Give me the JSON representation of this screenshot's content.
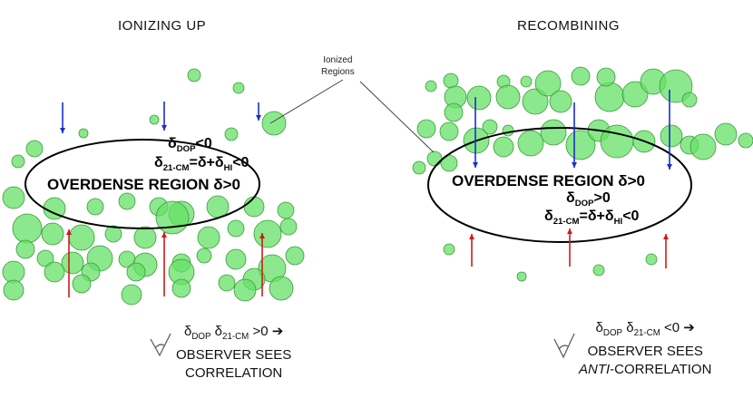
{
  "left_panel": {
    "title": "IONIZING UP",
    "region_label": "OVERDENSE REGION δ>0",
    "eq_dop": {
      "symbol": "δ",
      "sub": "DOP",
      "rel": "<0"
    },
    "eq_21cm": {
      "symbol": "δ",
      "sub": "21-CM",
      "rhs_a": "=δ+δ",
      "rhs_sub": "HI",
      "rel": "<0"
    },
    "observer": {
      "eq_a": "δ",
      "eq_a_sub": "DOP",
      "eq_b": " δ",
      "eq_b_sub": "21-CM",
      "rel": " >0 ➔",
      "line1": "OBSERVER SEES",
      "line2": "CORRELATION"
    }
  },
  "right_panel": {
    "title": "RECOMBINING",
    "region_label": "OVERDENSE REGION δ>0",
    "eq_dop": {
      "symbol": "δ",
      "sub": "DOP",
      "rel": ">0"
    },
    "eq_21cm": {
      "symbol": "δ",
      "sub": "21-CM",
      "rhs_a": "=δ+δ",
      "rhs_sub": "HI",
      "rel": "<0"
    },
    "observer": {
      "eq_a": "δ",
      "eq_a_sub": "DOP",
      "eq_b": " δ",
      "eq_b_sub": "21-CM",
      "rel": " <0 ➔",
      "line1": "OBSERVER SEES",
      "line2_italic": "ANTI",
      "line2_rest": "-CORRELATION"
    }
  },
  "callout": {
    "line1": "Ionized",
    "line2": "Regions"
  },
  "colors": {
    "bubble_fill": "#66e066",
    "bubble_stroke": "#3a9a3a",
    "down_arrow": "#1a2fc8",
    "up_arrow": "#d01a1a"
  }
}
